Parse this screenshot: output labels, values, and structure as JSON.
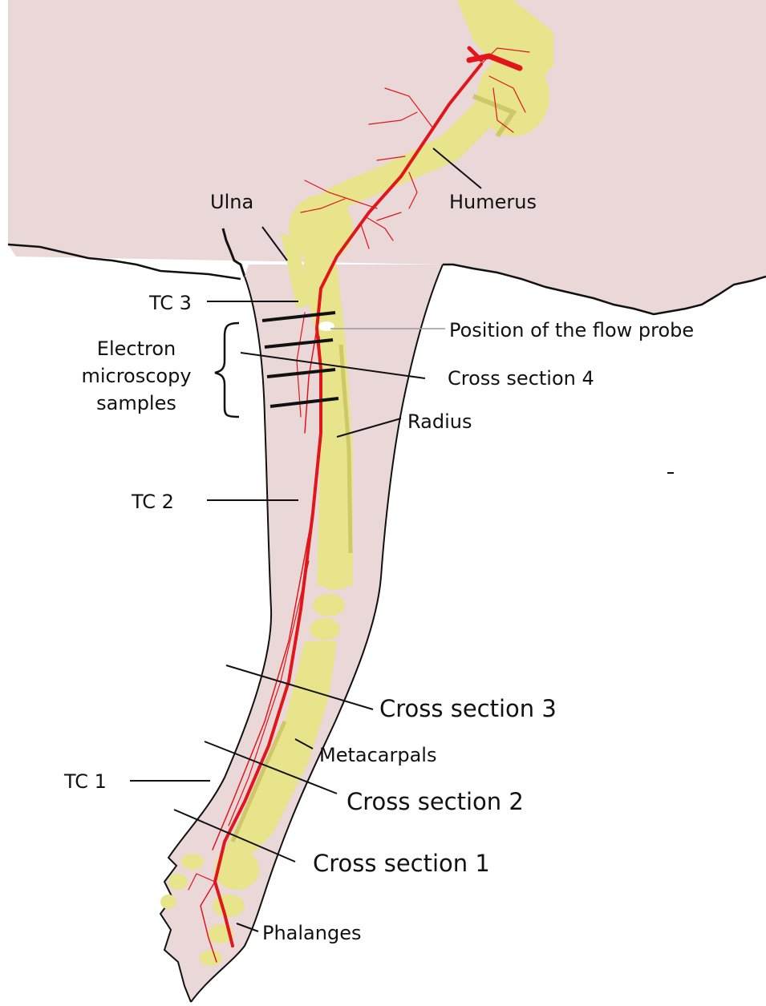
{
  "labels": {
    "ulna": "Ulna",
    "humerus": "Humerus",
    "tc3": "TC 3",
    "flow_probe": "Position of the flow probe",
    "em_line1": "Electron",
    "em_line2": "microscopy",
    "em_line3": "samples",
    "cross4": "Cross section 4",
    "radius": "Radius",
    "tc2": "TC 2",
    "cross3": "Cross section 3",
    "metacarpals": "Metacarpals",
    "tc1": "TC 1",
    "cross2": "Cross section 2",
    "cross1": "Cross section 1",
    "phalanges": "Phalanges"
  },
  "colors": {
    "body_fill": "#ead7d7",
    "bone_fill": "#e8e48c",
    "bone_shade": "#cfc868",
    "artery": "#e0161b",
    "outline": "#111111"
  }
}
